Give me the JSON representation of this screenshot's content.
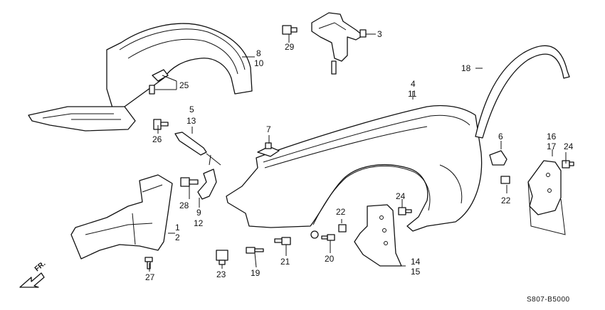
{
  "diagram": {
    "part_numbers": {
      "p1": "1",
      "p2": "2",
      "p3": "3",
      "p4": "4",
      "p5": "5",
      "p6": "6",
      "p7": "7",
      "p8": "8",
      "p9": "9",
      "p10": "10",
      "p11": "11",
      "p12": "12",
      "p13": "13",
      "p14": "14",
      "p15": "15",
      "p16": "16",
      "p17": "17",
      "p18": "18",
      "p19": "19",
      "p20": "20",
      "p21": "21",
      "p22a": "22",
      "p22b": "22",
      "p23": "23",
      "p24a": "24",
      "p24b": "24",
      "p25": "25",
      "p26": "26",
      "p27": "27",
      "p28": "28",
      "p29": "29"
    },
    "direction_label": "FR.",
    "diagram_code": "S807-B5000"
  }
}
